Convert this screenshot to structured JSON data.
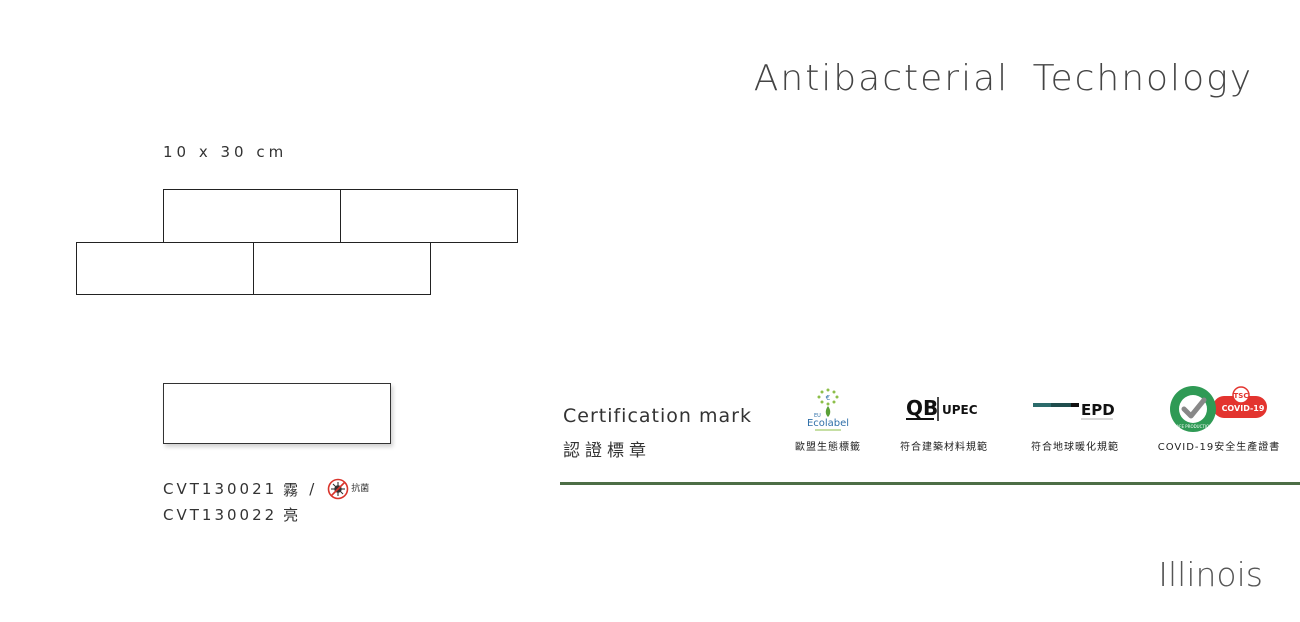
{
  "header": {
    "title": "Antibacterial  Technology"
  },
  "tile": {
    "size_label": "10 x 30 cm"
  },
  "products": [
    {
      "code": "CVT130021",
      "finish": "霧",
      "separator": "/",
      "badge": "抗菌",
      "badge_icon": "antibacterial-icon"
    },
    {
      "code": "CVT130022",
      "finish": "亮"
    }
  ],
  "certification": {
    "title": "Certification mark",
    "subtitle": "認證標章",
    "items": [
      {
        "logo_text": "Ecolabel",
        "logo_prefix": "EU",
        "caption": "歐盟生態標籤",
        "icon": "ecolabel-flower-icon"
      },
      {
        "logo_text": "UPEC",
        "logo_mark": "QB",
        "caption": "符合建築材料規範",
        "icon": "qb-upec-icon"
      },
      {
        "logo_text": "EPD",
        "caption": "符合地球暖化規範",
        "icon": "epd-icon"
      },
      {
        "logo_text": "COVID-19",
        "logo_seal": "SAFE PRODUCTION",
        "logo_mark": "TSC",
        "caption": "COVID-19安全生產證書",
        "icon": "covid-safe-production-icon"
      }
    ]
  },
  "footer": {
    "series": "Illinois"
  },
  "colors": {
    "rule": "#4d6e46",
    "covid_red": "#e3342f",
    "safe_green": "#2f9a55",
    "epd_teal": "#2b6b6b"
  }
}
